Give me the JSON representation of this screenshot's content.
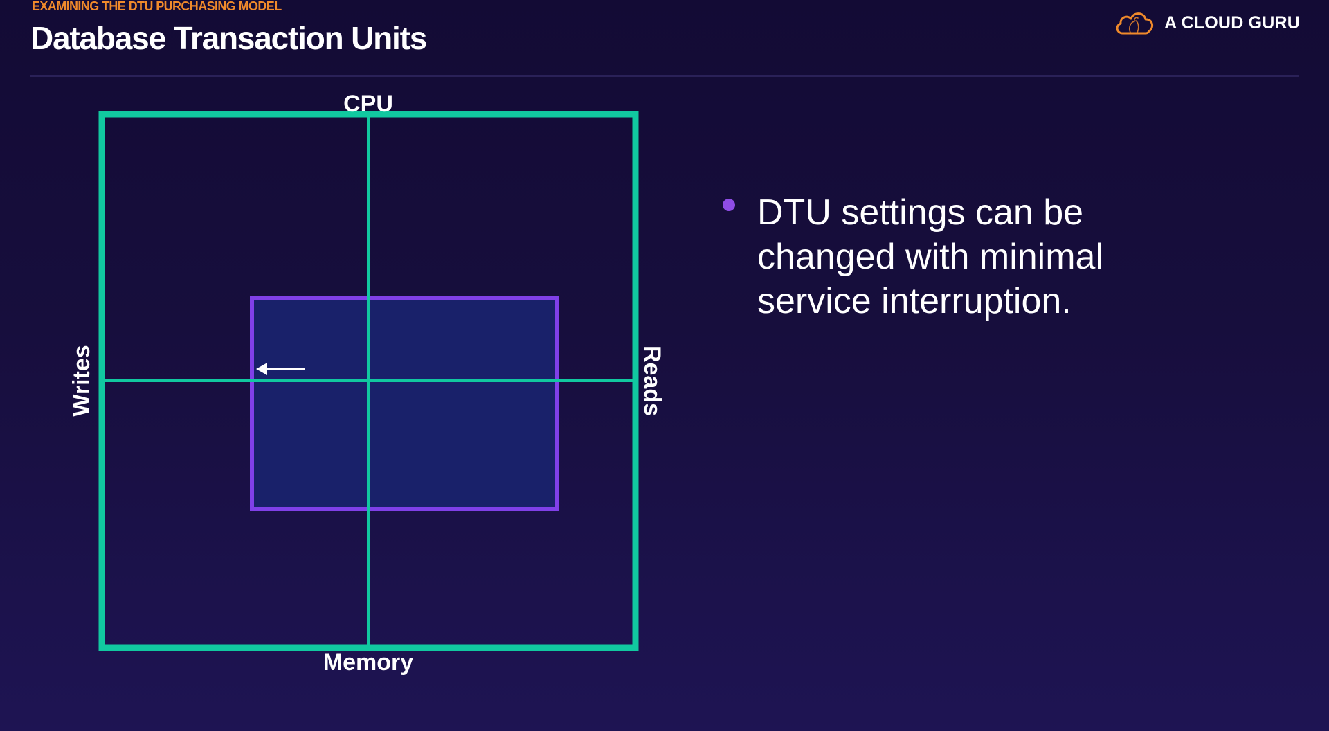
{
  "header": {
    "eyebrow": "EXAMINING THE DTU PURCHASING MODEL",
    "title": "Database Transaction Units"
  },
  "brand": {
    "name": "A CLOUD GURU",
    "logo_icon": "cloud-logo-icon",
    "logo_color": "#f08a2b"
  },
  "diagram": {
    "axes": {
      "top": "CPU",
      "bottom": "Memory",
      "left": "Writes",
      "right": "Reads"
    },
    "colors": {
      "outer_square": "#11c8a0",
      "inner_box_border": "#8040e8",
      "inner_box_fill": "#19216a",
      "arrow": "#ffffff"
    },
    "arrow_direction": "left"
  },
  "bullets": [
    {
      "text": "DTU settings can be changed with minimal service interruption.",
      "dot_color": "#8f4de6"
    }
  ]
}
